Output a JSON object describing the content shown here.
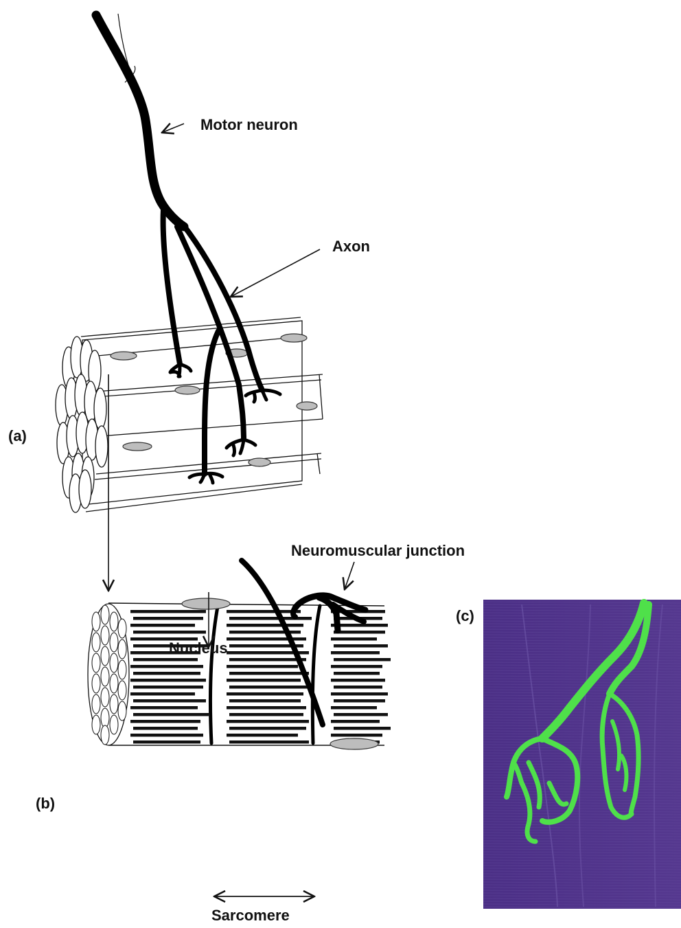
{
  "labels": {
    "motor_neuron": "Motor neuron",
    "axon": "Axon",
    "neuromuscular_junction": "Neuromuscular junction",
    "nucleus": "Nucleus",
    "sarcomere": "Sarcomere",
    "panel_a": "(a)",
    "panel_b": "(b)",
    "panel_c": "(c)"
  },
  "colors": {
    "micrograph_bg": "#4b2f86",
    "nerve_stain": "#4fe04a",
    "nucleus_fill": "#bdbdbd"
  }
}
